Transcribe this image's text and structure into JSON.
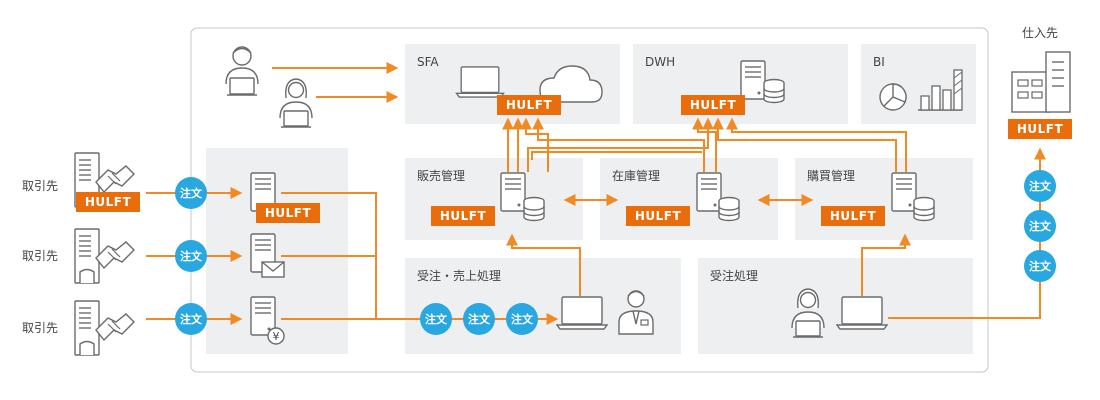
{
  "sections": {
    "sfa": "SFA",
    "dwh": "DWH",
    "bi": "BI",
    "sales_mgmt": "販売管理",
    "inventory_mgmt": "在庫管理",
    "purchase_mgmt": "購買管理",
    "order_sales_processing": "受注・売上処理",
    "order_processing": "受注処理"
  },
  "partners": {
    "trading_partner_1": "取引先",
    "trading_partner_2": "取引先",
    "trading_partner_3": "取引先",
    "supplier": "仕入先"
  },
  "badges": {
    "hulft": "HULFT",
    "order": "注文",
    "yen_symbol": "¥"
  },
  "colors": {
    "accent_orange": "#f08a24",
    "hulft_orange": "#ea6d0c",
    "order_blue": "#29a7e1",
    "panel_gray": "#eeeff0",
    "icon_gray": "#6b6b6b"
  }
}
